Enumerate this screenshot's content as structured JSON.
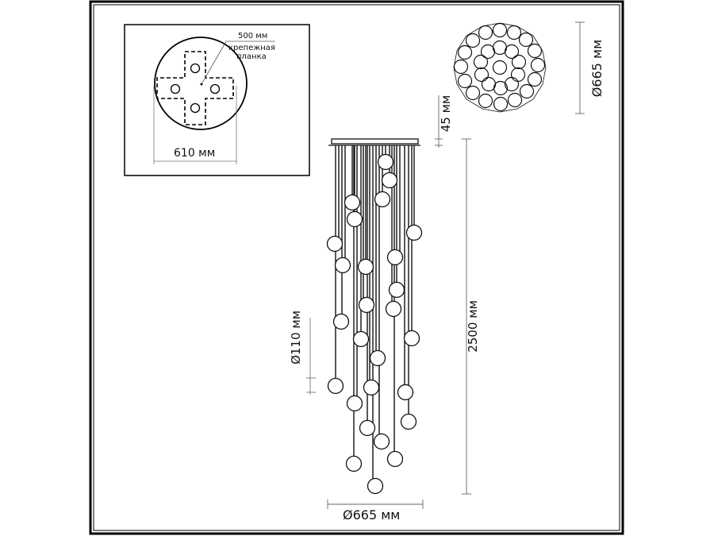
{
  "frame": {
    "outer_color": "#000000",
    "background": "#ffffff"
  },
  "inset": {
    "mount_label_value": "500 мм",
    "mount_label_line1": "крепежная",
    "mount_label_line2": "планка",
    "canopy_width": "610 мм"
  },
  "top_view": {
    "diameter": "Ø665 мм"
  },
  "side_view": {
    "canopy_height": "45 мм",
    "total_height": "2500 мм",
    "ball_diameter": "Ø110 мм",
    "overall_diameter": "Ø665 мм"
  },
  "colors": {
    "line": "#111111",
    "dim_line": "#555555"
  }
}
